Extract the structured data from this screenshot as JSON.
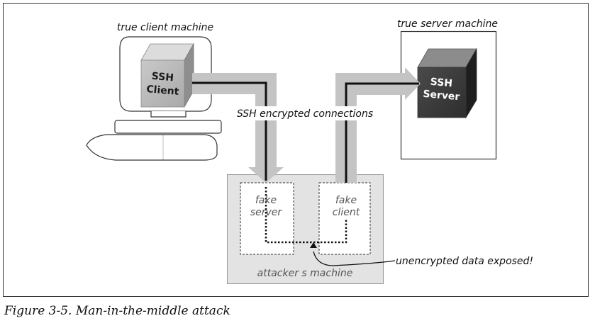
{
  "labels": {
    "client_machine": "true client machine",
    "server_machine": "true server machine",
    "ssh_client_line1": "SSH",
    "ssh_client_line2": "Client",
    "ssh_server_line1": "SSH",
    "ssh_server_line2": "Server",
    "encrypted": "SSH encrypted connections",
    "fake_server_line1": "fake",
    "fake_server_line2": "server",
    "fake_client_line1": "fake",
    "fake_client_line2": "client",
    "exposed": "unencrypted data exposed!",
    "attacker_machine": "attacker s machine"
  },
  "caption": "Figure 3-5. Man-in-the-middle attack",
  "colors": {
    "pipe": "#c4c4c4",
    "cube_light": "#b5b5b5",
    "cube_dark": "#3d3d3d",
    "attacker_box": "#e3e3e3"
  }
}
